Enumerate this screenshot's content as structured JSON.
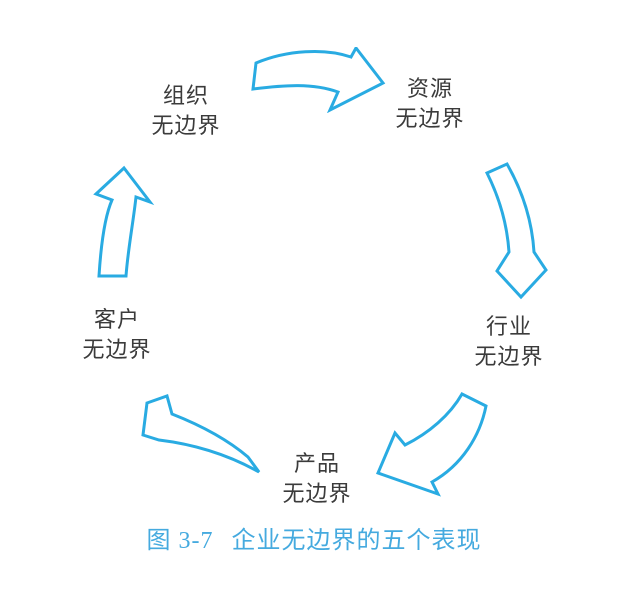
{
  "figure": {
    "caption": {
      "number": "图 3-7",
      "title": "企业无边界的五个表现"
    },
    "nodes": [
      {
        "id": "organization",
        "line1": "组织",
        "line2": "无边界"
      },
      {
        "id": "resource",
        "line1": "资源",
        "line2": "无边界"
      },
      {
        "id": "industry",
        "line1": "行业",
        "line2": "无边界"
      },
      {
        "id": "product",
        "line1": "产品",
        "line2": "无边界"
      },
      {
        "id": "customer",
        "line1": "客户",
        "line2": "无边界"
      }
    ],
    "arrows": [
      {
        "from": "organization",
        "to": "resource"
      },
      {
        "from": "resource",
        "to": "industry"
      },
      {
        "from": "industry",
        "to": "product"
      },
      {
        "from": "product",
        "to": "customer"
      },
      {
        "from": "customer",
        "to": "organization"
      }
    ],
    "colors": {
      "arrow_stroke": "#29abe2",
      "caption_text": "#45aadf",
      "label_text": "#3b3b3b",
      "background": "#ffffff"
    }
  }
}
